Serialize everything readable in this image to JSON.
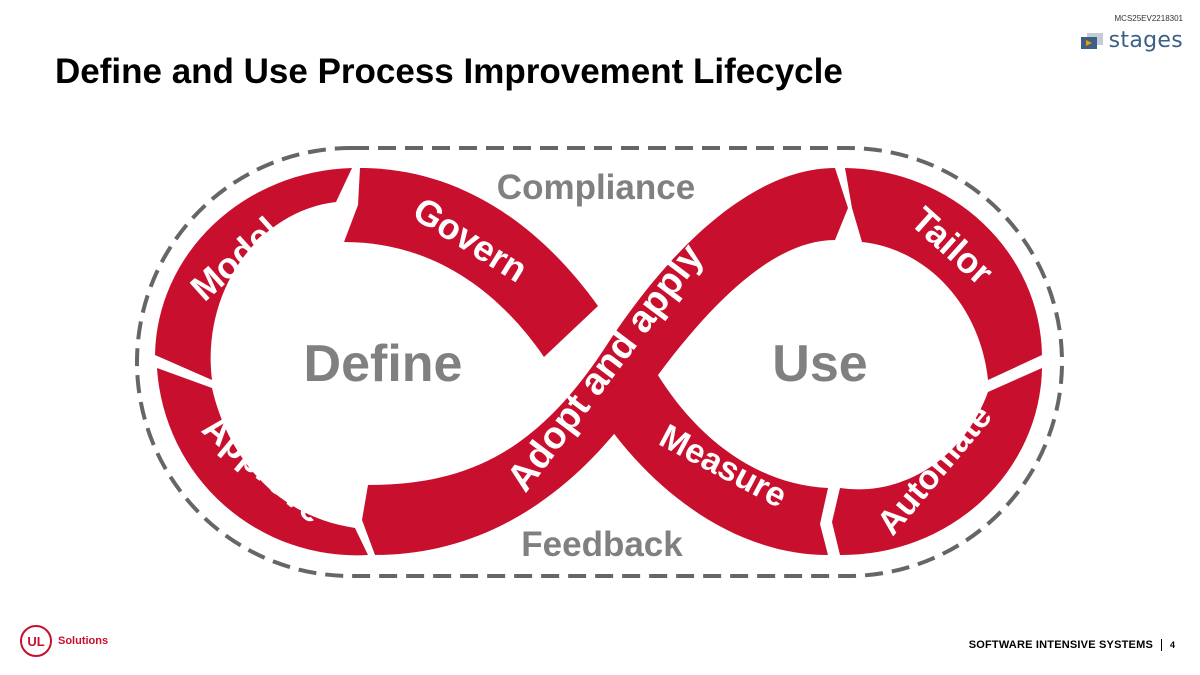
{
  "header": {
    "doc_code": "MCS25EV2218301",
    "brand_name": "stages",
    "title": "Define and Use Process Improvement Lifecycle"
  },
  "diagram": {
    "outer_labels": {
      "top": "Compliance",
      "bottom": "Feedback"
    },
    "loop_labels": {
      "left": "Define",
      "right": "Use"
    },
    "center_band": "Adopt and apply",
    "segments": {
      "model": "Model",
      "govern": "Govern",
      "approve": "Approve",
      "tailor": "Tailor",
      "measure": "Measure",
      "automate": "Automate"
    },
    "colors": {
      "band": "#c8102e",
      "label_gray": "#808080",
      "dash": "#666666"
    }
  },
  "footer": {
    "logo_mark": "UL",
    "logo_text": "Solutions",
    "org": "SOFTWARE INTENSIVE SYSTEMS",
    "page_number": "4"
  }
}
